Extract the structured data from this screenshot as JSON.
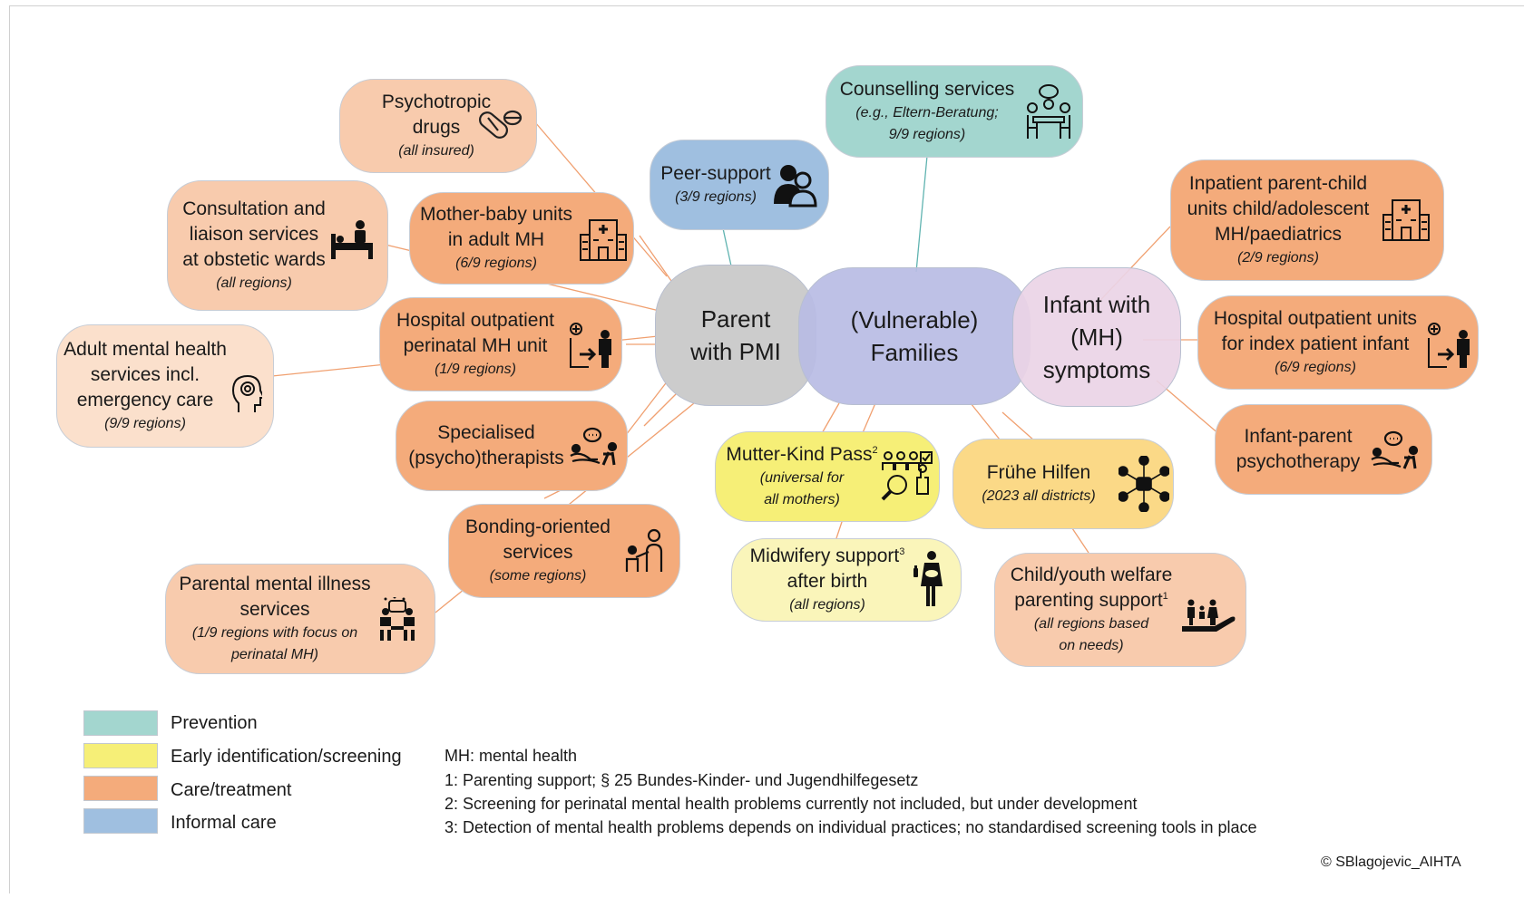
{
  "center": {
    "parent": "Parent\nwith PMI",
    "families": "(Vulnerable)\nFamilies",
    "infant": "Infant with\n(MH)\nsymptoms"
  },
  "nodes": {
    "psychotropic": {
      "title": "Psychotropic\ndrugs",
      "sub": "(all insured)",
      "icon": "pills-icon"
    },
    "consultation": {
      "title": "Consultation and\nliaison services\nat obstetic wards",
      "sub": "(all regions)",
      "icon": "hospital-bed-icon"
    },
    "mother_baby": {
      "title": "Mother-baby units\nin adult MH",
      "sub": "(6/9 regions)",
      "icon": "hospital-building-icon"
    },
    "peer": {
      "title": "Peer-support",
      "sub": "(3/9 regions)",
      "icon": "peer-support-icon"
    },
    "counselling": {
      "title": "Counselling services",
      "sub": "(e.g., Eltern-Beratung;\n9/9 regions)",
      "icon": "meeting-icon"
    },
    "inpatient_child": {
      "title": "Inpatient parent-child\nunits child/adolescent\nMH/paediatrics",
      "sub": "(2/9 regions)",
      "icon": "hospital-building-icon"
    },
    "hosp_out_infant": {
      "title": "Hospital outpatient units\nfor index patient infant",
      "sub": "(6/9 regions)",
      "icon": "outpatient-icon"
    },
    "infant_parent": {
      "title": "Infant-parent\npsychotherapy",
      "sub": "",
      "icon": "therapy-icon"
    },
    "hosp_out_perinatal": {
      "title": "Hospital outpatient\nperinatal MH unit",
      "sub": "(1/9 regions)",
      "icon": "outpatient-icon"
    },
    "adult_mh": {
      "title": "Adult mental health\nservices incl.\nemergency care",
      "sub": "(9/9 regions)",
      "icon": "head-icon"
    },
    "specialised": {
      "title": "Specialised\n(psycho)therapists",
      "sub": "",
      "icon": "therapy-icon"
    },
    "bonding": {
      "title": "Bonding-oriented\nservices",
      "sub": "(some regions)",
      "icon": "parent-child-icon"
    },
    "parental_mi": {
      "title": "Parental mental illness\nservices",
      "sub": "(1/9 regions with focus on\nperinatal MH)",
      "icon": "group-talk-icon"
    },
    "mutter_kind": {
      "title": "Mutter-Kind Pass",
      "sup": "2",
      "sub": "(universal for\nall mothers)",
      "icon": "screening-icon"
    },
    "fruehe": {
      "title": "Frühe Hilfen",
      "sub": "(2023 all districts)",
      "icon": "network-icon"
    },
    "midwifery": {
      "title": "Midwifery support",
      "sup": "3",
      "title2": "after birth",
      "sub": "(all regions)",
      "icon": "midwife-icon"
    },
    "welfare": {
      "title": "Child/youth welfare\nparenting support",
      "sup": "1",
      "sub": "(all regions based\non needs)",
      "icon": "family-hand-icon"
    }
  },
  "colors": {
    "prevention": "#a3d6cf",
    "screening": "#f6ef77",
    "care": "#f4ab7b",
    "informal": "#9fbfe0",
    "parent_circle": "#cccccc",
    "families_circle": "#c0c3e6",
    "infant_circle": "#ead4e6"
  },
  "legend": [
    {
      "label": "Prevention",
      "color": "#a3d6cf"
    },
    {
      "label": "Early identification/screening",
      "color": "#f6ef77"
    },
    {
      "label": "Care/treatment",
      "color": "#f4ab7b"
    },
    {
      "label": "Informal care",
      "color": "#9fbfe0"
    }
  ],
  "notes": [
    "MH: mental health",
    "1: Parenting support; § 25 Bundes-Kinder- und Jugendhilfegesetz",
    "2: Screening for perinatal mental health problems currently not included, but under development",
    "3: Detection of mental health problems depends on individual practices; no standardised screening tools in place"
  ],
  "copyright": "© SBlagojevic_AIHTA"
}
